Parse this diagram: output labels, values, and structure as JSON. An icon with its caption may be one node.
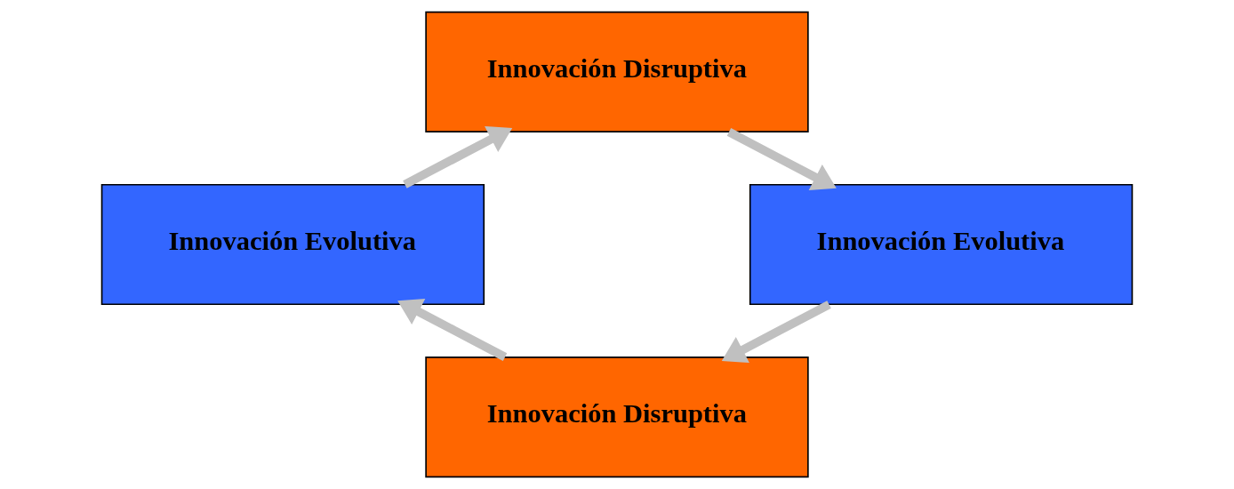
{
  "diagram": {
    "nodes": [
      {
        "text": [
          "Innovación Disruptiva"
        ]
      },
      {
        "text": [
          "Innovación Evolutiva"
        ]
      },
      {
        "text": [
          "Innovación Disruptiva"
        ]
      },
      {
        "text": [
          "Innovación Evolutiva"
        ]
      }
    ],
    "edges": [
      {
        "from": 0,
        "to": 1,
        "arrow": "to"
      },
      {
        "from": 1,
        "to": 2,
        "arrow": "to"
      },
      {
        "from": 2,
        "to": 3,
        "arrow": "to"
      },
      {
        "from": 3,
        "to": 0,
        "arrow": "to"
      }
    ]
  }
}
